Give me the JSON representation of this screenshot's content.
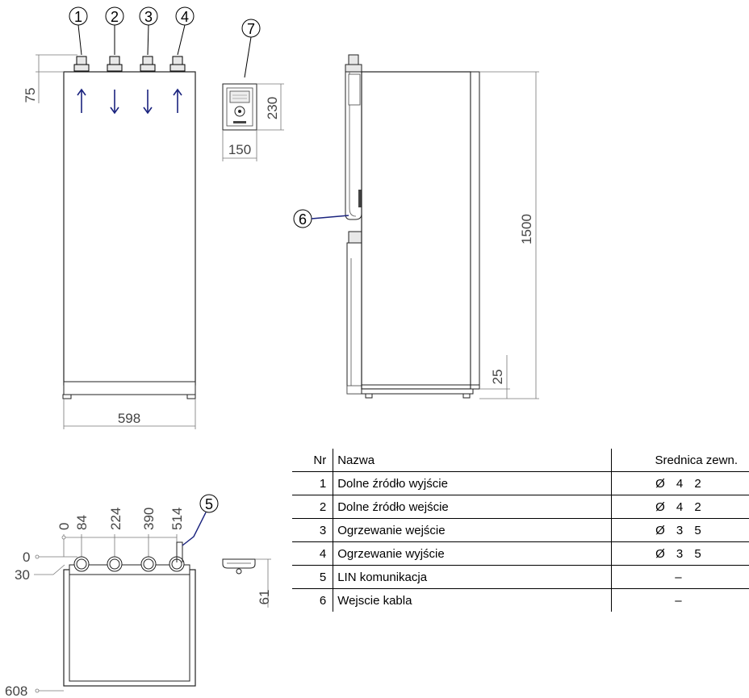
{
  "front_view": {
    "callouts": [
      "1",
      "2",
      "3",
      "4"
    ],
    "arrows": [
      "up",
      "down",
      "down",
      "up"
    ],
    "dim_top": "75",
    "dim_width": "598"
  },
  "controller": {
    "callout": "7",
    "dim_height": "230",
    "dim_width": "150"
  },
  "side_view": {
    "callout": "6",
    "dim_height": "1500",
    "dim_feet": "25"
  },
  "top_view": {
    "callout": "5",
    "dims_x": [
      "0",
      "84",
      "224",
      "390",
      "514"
    ],
    "dim_y_0": "0",
    "dim_y_30": "30",
    "dim_y_608": "608"
  },
  "small_view": {
    "dim_height": "61"
  },
  "table": {
    "headers": {
      "nr": "Nr",
      "name": "Nazwa",
      "diameter": "Srednica zewn."
    },
    "rows": [
      {
        "nr": "1",
        "name": "Dolne źródło wyjście",
        "diameter": "Ø 4 2"
      },
      {
        "nr": "2",
        "name": "Dolne źródło wejście",
        "diameter": "Ø 4 2"
      },
      {
        "nr": "3",
        "name": "Ogrzewanie wejście",
        "diameter": "Ø 3 5"
      },
      {
        "nr": "4",
        "name": "Ogrzewanie wyjście",
        "diameter": "Ø 3 5"
      },
      {
        "nr": "5",
        "name": "LIN komunikacja",
        "diameter": "–"
      },
      {
        "nr": "6",
        "name": "Wejscie kabla",
        "diameter": "–"
      }
    ]
  }
}
